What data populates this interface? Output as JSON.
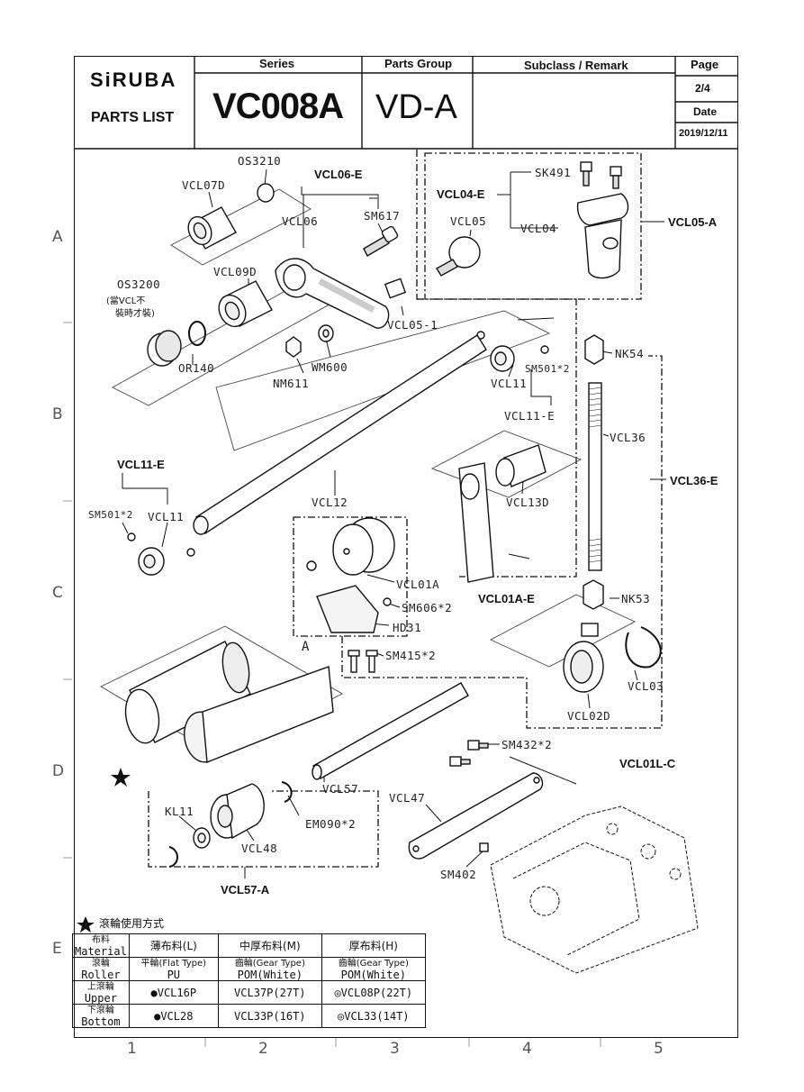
{
  "header": {
    "brand": "SiRUBA",
    "subtitle": "PARTS LIST",
    "series_label": "Series",
    "series_value": "VC008A",
    "parts_group_label": "Parts Group",
    "parts_group_value": "VD-A",
    "subclass_label": "Subclass / Remark",
    "page_label": "Page",
    "page_value": "2/4",
    "date_label": "Date",
    "date_value": "2019/12/11"
  },
  "zones": [
    "A",
    "B",
    "C",
    "D",
    "E"
  ],
  "columns": [
    "1",
    "2",
    "3",
    "4",
    "5"
  ],
  "parts": {
    "os3210": "OS3210",
    "vcl07d": "VCL07D",
    "vcl06e": "VCL06-E",
    "vcl06": "VCL06",
    "sm617": "SM617",
    "vcl04e": "VCL04-E",
    "sk491": "SK491",
    "vcl05": "VCL05",
    "vcl04": "VCL04",
    "vcl05a": "VCL05-A",
    "os3200": "OS3200",
    "os3200_note1": "(當VCL不",
    "os3200_note2": "裝時才裝)",
    "vcl09d": "VCL09D",
    "vcl051": "VCL05-1",
    "or140": "OR140",
    "nm611": "NM611",
    "wm600": "WM600",
    "nk54": "NK54",
    "sm501_2a": "SM501*2",
    "vcl11a": "VCL11",
    "vcl11e_a": "VCL11-E",
    "vcl36": "VCL36",
    "vcl11e_b": "VCL11-E",
    "sm501_2b": "SM501*2",
    "vcl11b": "VCL11",
    "vcl12": "VCL12",
    "vcl13d": "VCL13D",
    "vcl36e": "VCL36-E",
    "vcl01a": "VCL01A",
    "sm606": "SM606*2",
    "vcl01ae": "VCL01A-E",
    "hd31": "HD31",
    "nk53": "NK53",
    "detail_a": "A",
    "sm415": "SM415*2",
    "vcl03": "VCL03",
    "vcl02d": "VCL02D",
    "sm432": "SM432*2",
    "vcl01lc": "VCL01L-C",
    "vcl57": "VCL57",
    "vcl47": "VCL47",
    "kl11": "KL11",
    "em090": "EM090*2",
    "vcl48": "VCL48",
    "sm402": "SM402",
    "vcl57a": "VCL57-A"
  },
  "usage": {
    "title": "滾輪使用方式",
    "col0_line1": "布料",
    "col0_line2": "Material",
    "col1": "薄布料(L)",
    "col2": "中厚布料(M)",
    "col3": "厚布料(H)",
    "row1_h1": "滾輪",
    "row1_h2": "Roller",
    "row1_c1a": "平輪(Flat Type)",
    "row1_c1b": "PU",
    "row1_c2a": "齒輪(Gear Type)",
    "row1_c2b": "POM(White)",
    "row1_c3a": "齒輪(Gear Type)",
    "row1_c3b": "POM(White)",
    "row2_h1": "上滾輪",
    "row2_h2": "Upper",
    "row2_c1": "●VCL16P",
    "row2_c2": "VCL37P(27T)",
    "row2_c3": "◎VCL08P(22T)",
    "row3_h1": "下滾輪",
    "row3_h2": "Bottom",
    "row3_c1": "●VCL28",
    "row3_c2": "VCL33P(16T)",
    "row3_c3": "◎VCL33(14T)"
  }
}
